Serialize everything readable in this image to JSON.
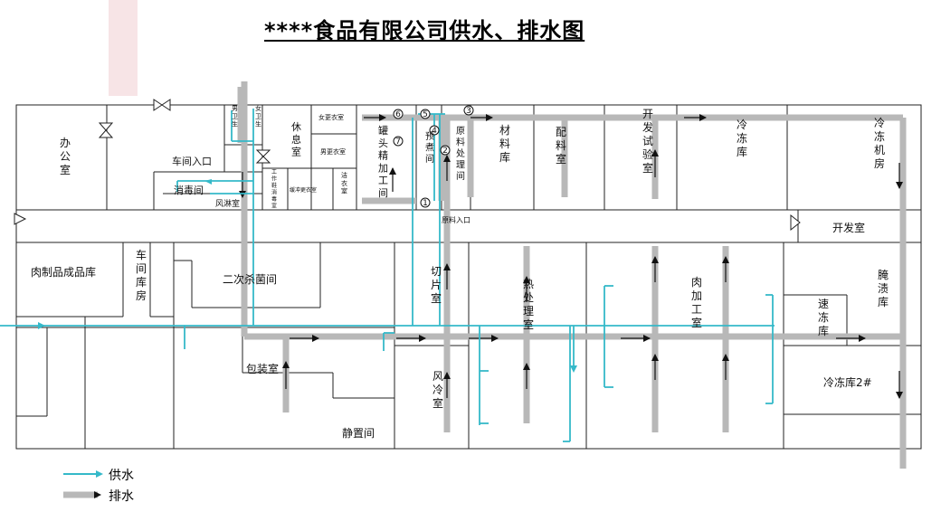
{
  "title": "****食品有限公司供水、排水图",
  "legend": {
    "supply": "供水",
    "drain": "排水"
  },
  "colors": {
    "supply": "#35b9c9",
    "drain": "#b8b8b8",
    "wall": "#222222",
    "arrow": "#111111",
    "marker": "#f7e4e6"
  },
  "rooms": {
    "office": "办公室",
    "workshop_entry": "车间入口",
    "toilet_m": "男卫生",
    "toilet_f": "女卫生",
    "rest": "休息室",
    "locker_f": "女更衣室",
    "locker_m": "男更衣室",
    "boots": "工作鞋消毒室",
    "aux_change": "缓冲更衣室",
    "clean_clothes": "洁衣室",
    "disinfect": "消毒间",
    "shower": "风淋室",
    "can_processing": "罐头精加工间",
    "precook": "预煮间",
    "raw_processing": "原料处理间",
    "material": "材料库",
    "batching": "配料室",
    "lab": "开发试验室",
    "cold_store": "冷冻库",
    "cold_machine": "冷冻机房",
    "raw_entry": "原料入口",
    "dev_room": "开发室",
    "meat_store": "肉制品成品库",
    "shop_store": "车间库房",
    "sterilize": "二次杀菌间",
    "slicing": "切片室",
    "heat_treat": "热处理室",
    "meat_processing": "肉加工室",
    "quick_freeze": "速冻库",
    "pickling": "腌渍库",
    "packing": "包装室",
    "air_cool": "风冷室",
    "standing": "静置间",
    "cold_store2": "冷冻库2#"
  },
  "valve_numbers": [
    "1",
    "2",
    "3",
    "4",
    "5",
    "6",
    "7"
  ]
}
